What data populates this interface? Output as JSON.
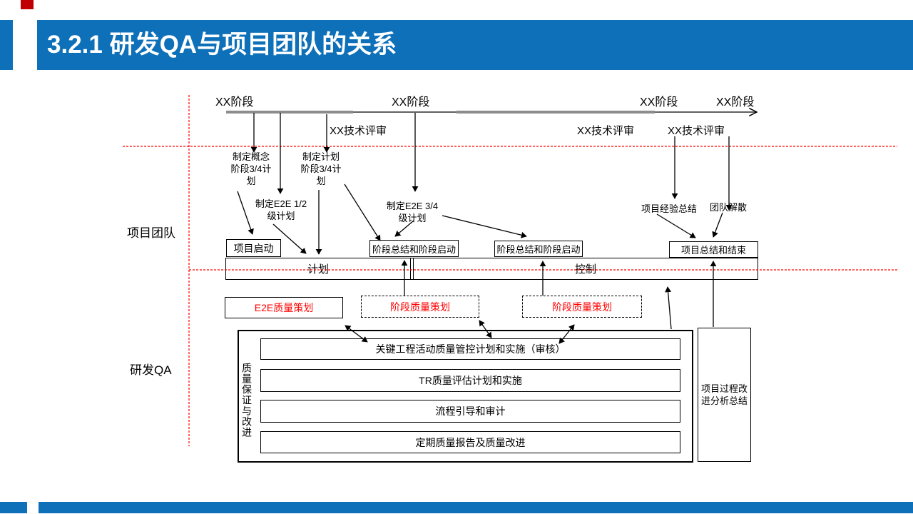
{
  "header": {
    "title": "3.2.1 研发QA与项目团队的关系"
  },
  "lanes": {
    "team": "项目团队",
    "qa": "研发QA"
  },
  "timeline": {
    "phase_labels": [
      "XX阶段",
      "XX阶段",
      "XX阶段",
      "XX阶段"
    ],
    "review_labels": [
      "XX技术评审",
      "XX技术评审",
      "XX技术评审"
    ]
  },
  "annotations": {
    "concept_plan": "制定概念\n阶段3/4计\n划",
    "stage_plan": "制定计划\n阶段3/4计\n划",
    "e2e_half_plan": "制定E2E 1/2\n级计划",
    "e2e_34_plan": "制定E2E 3/4\n级计划",
    "experience_summary": "项目经验总结",
    "team_dismiss": "团队解散"
  },
  "milestones": {
    "start": "项目启动",
    "stage1": "阶段总结和阶段启动",
    "stage2": "阶段总结和阶段启动",
    "end": "项目总结和结束"
  },
  "bar": {
    "plan": "计划",
    "control": "控制"
  },
  "qa_planning": {
    "e2e": "E2E质量策划",
    "stage1": "阶段质量策划",
    "stage2": "阶段质量策划"
  },
  "qa_container": {
    "side_label": "质量保证与改进",
    "rows": [
      "关键工程活动质量管控计划和实施（审核）",
      "TR质量评估计划和实施",
      "流程引导和审计",
      "定期质量报告及质量改进"
    ],
    "process_improve": "项目过程改进分析总结"
  },
  "colors": {
    "accent_blue": "#0d70b8",
    "accent_red": "#c00000",
    "line_red": "#ff0000",
    "timeline_grey": "#8c8c8c"
  }
}
